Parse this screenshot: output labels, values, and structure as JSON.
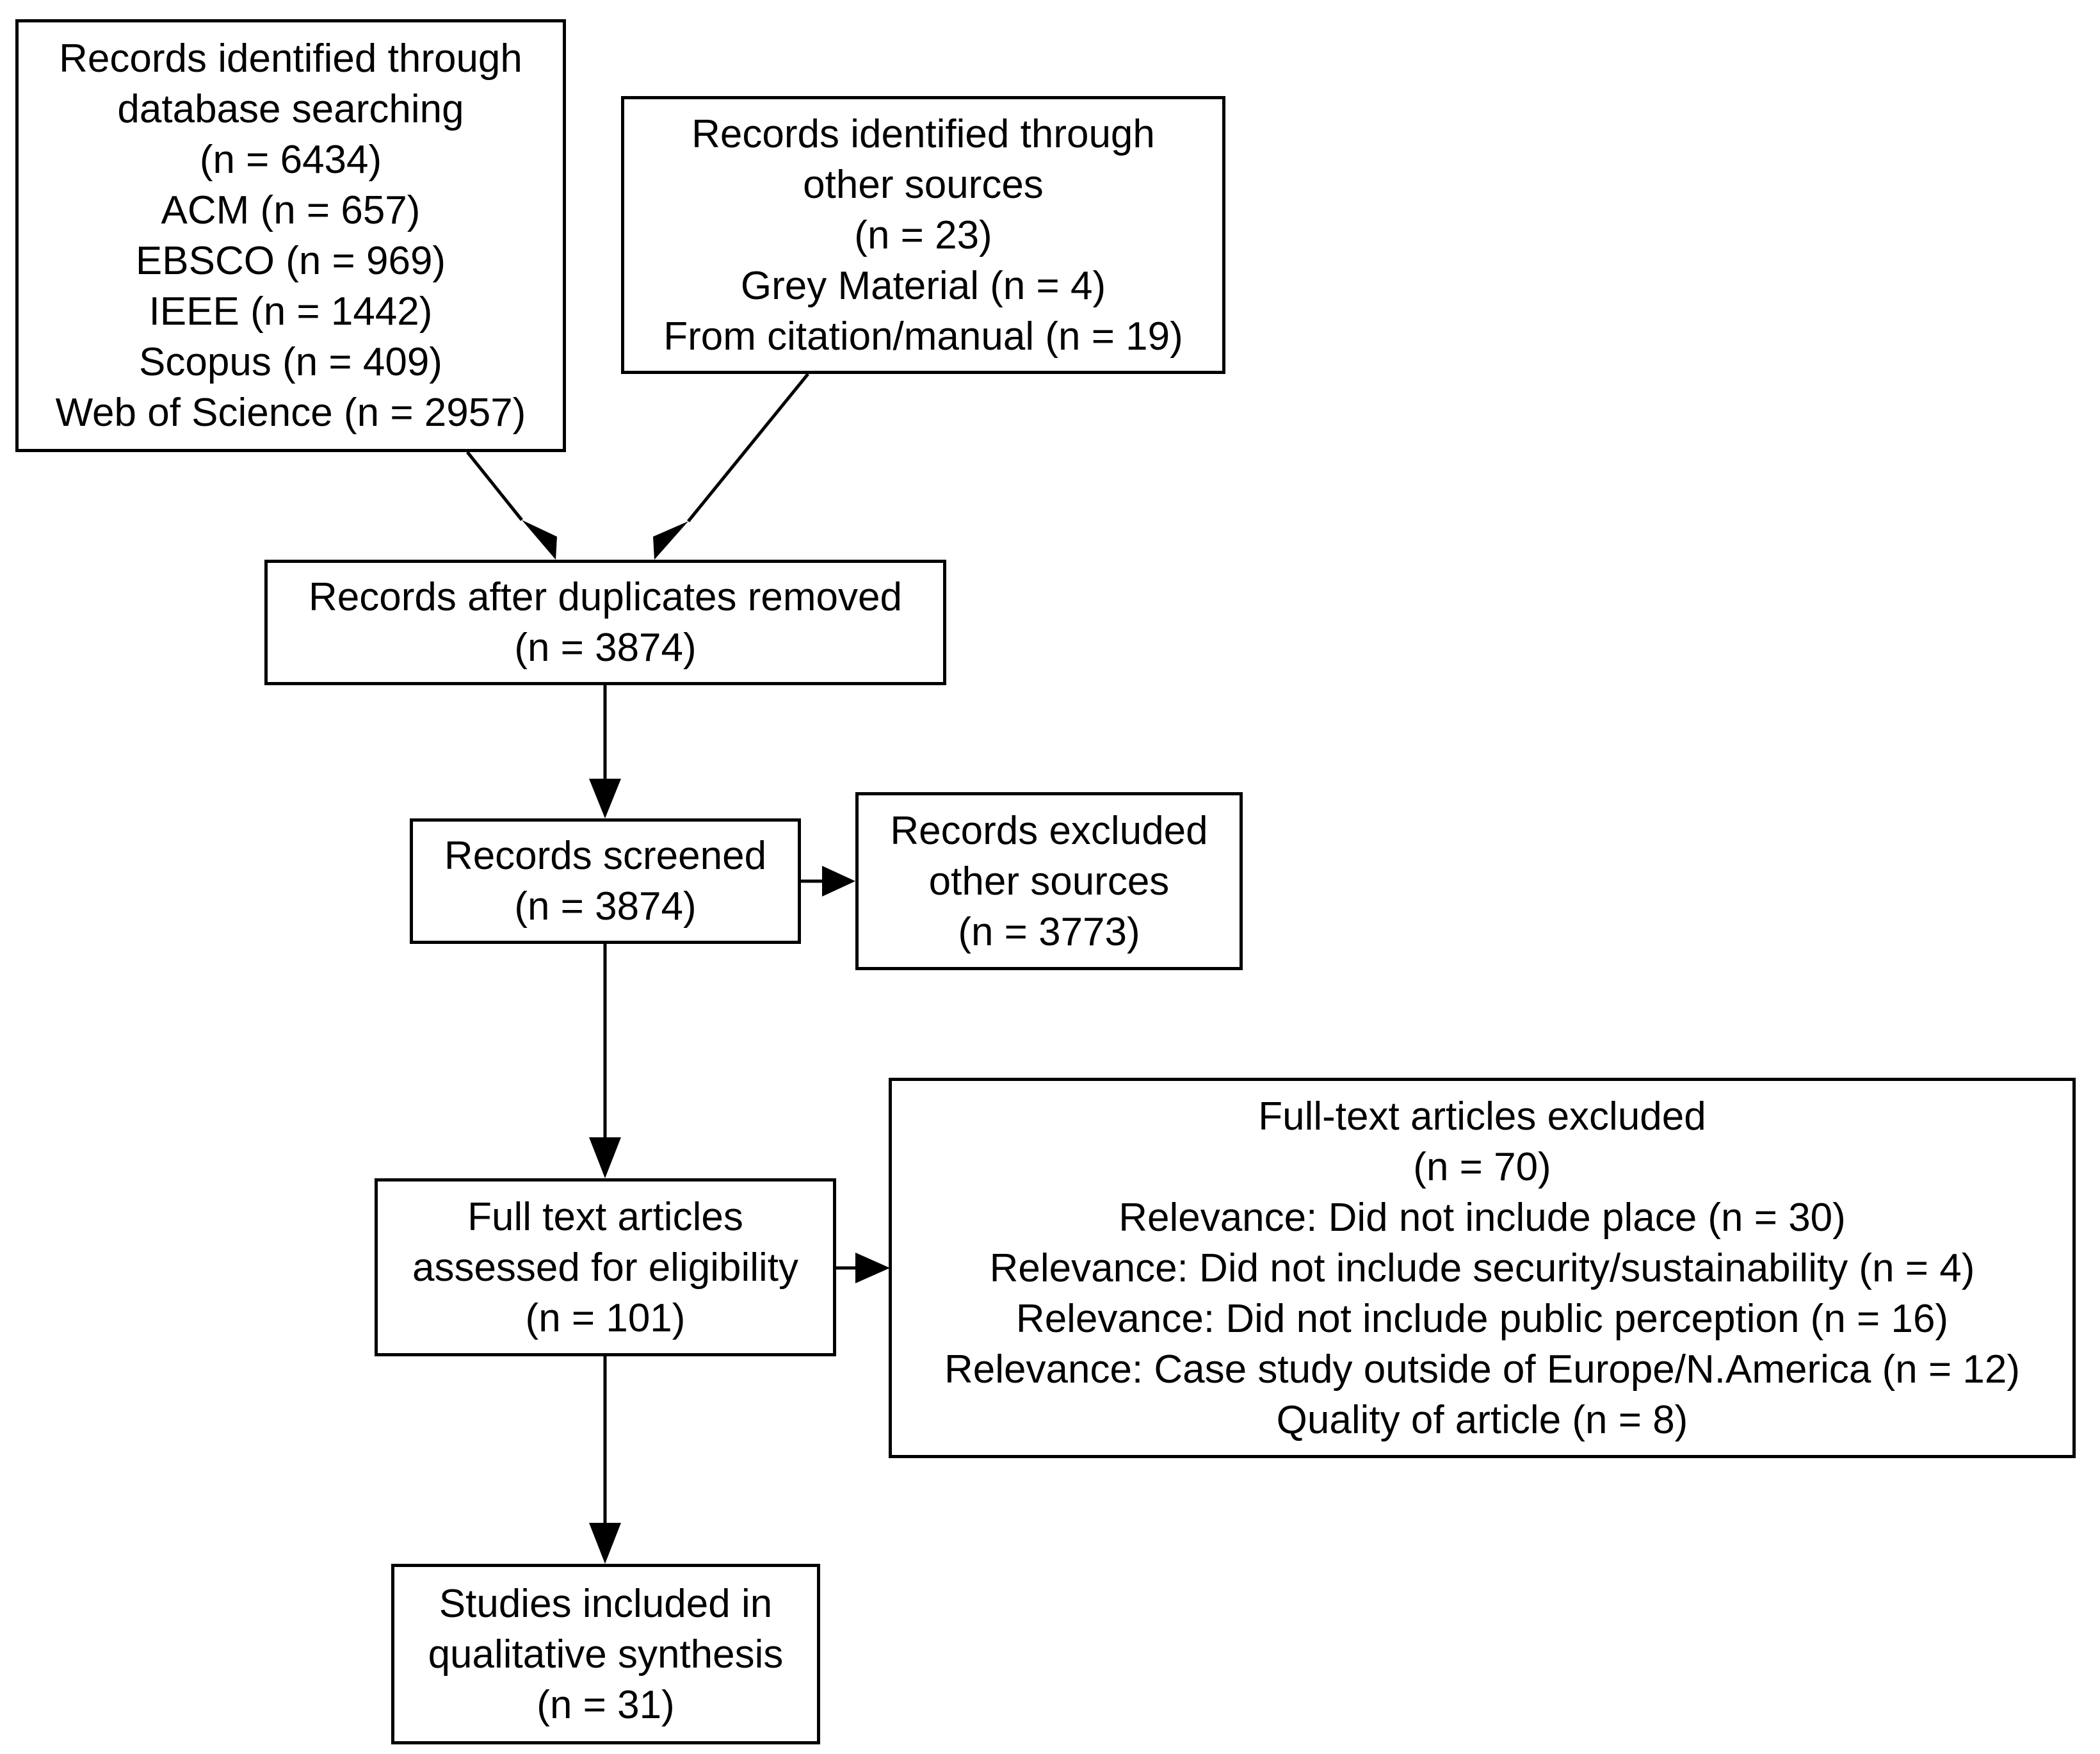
{
  "nodes": {
    "database": {
      "lines": [
        "Records identified through",
        "database searching",
        "(n = 6434)",
        "ACM (n = 657)",
        "EBSCO (n = 969)",
        "IEEE (n = 1442)",
        "Scopus (n = 409)",
        "Web of Science (n = 2957)"
      ]
    },
    "other_sources": {
      "lines": [
        "Records identified through",
        "other sources",
        "(n = 23)",
        "Grey Material (n = 4)",
        "From citation/manual (n = 19)"
      ]
    },
    "duplicates_removed": {
      "lines": [
        "Records after duplicates removed",
        "(n = 3874)"
      ]
    },
    "screened": {
      "lines": [
        "Records screened",
        "(n = 3874)"
      ]
    },
    "excluded": {
      "lines": [
        "Records excluded",
        "other sources",
        "(n = 3773)"
      ]
    },
    "full_text": {
      "lines": [
        "Full text articles",
        "assessed for eligibility",
        "(n = 101)"
      ]
    },
    "full_text_excluded": {
      "lines": [
        "Full-text articles excluded",
        "(n = 70)",
        "Relevance: Did not include place (n = 30)",
        "Relevance: Did not include security/sustainability (n = 4)",
        "Relevance: Did not include public perception (n = 16)",
        "Relevance: Case study outside of Europe/N.America (n = 12)",
        "Quality of article (n = 8)"
      ]
    },
    "included": {
      "lines": [
        "Studies included in",
        "qualitative synthesis",
        "(n = 31)"
      ]
    }
  },
  "edges": [
    {
      "from": "database",
      "to": "duplicates_removed"
    },
    {
      "from": "other_sources",
      "to": "duplicates_removed"
    },
    {
      "from": "duplicates_removed",
      "to": "screened"
    },
    {
      "from": "screened",
      "to": "excluded"
    },
    {
      "from": "screened",
      "to": "full_text"
    },
    {
      "from": "full_text",
      "to": "full_text_excluded"
    },
    {
      "from": "full_text",
      "to": "included"
    }
  ]
}
